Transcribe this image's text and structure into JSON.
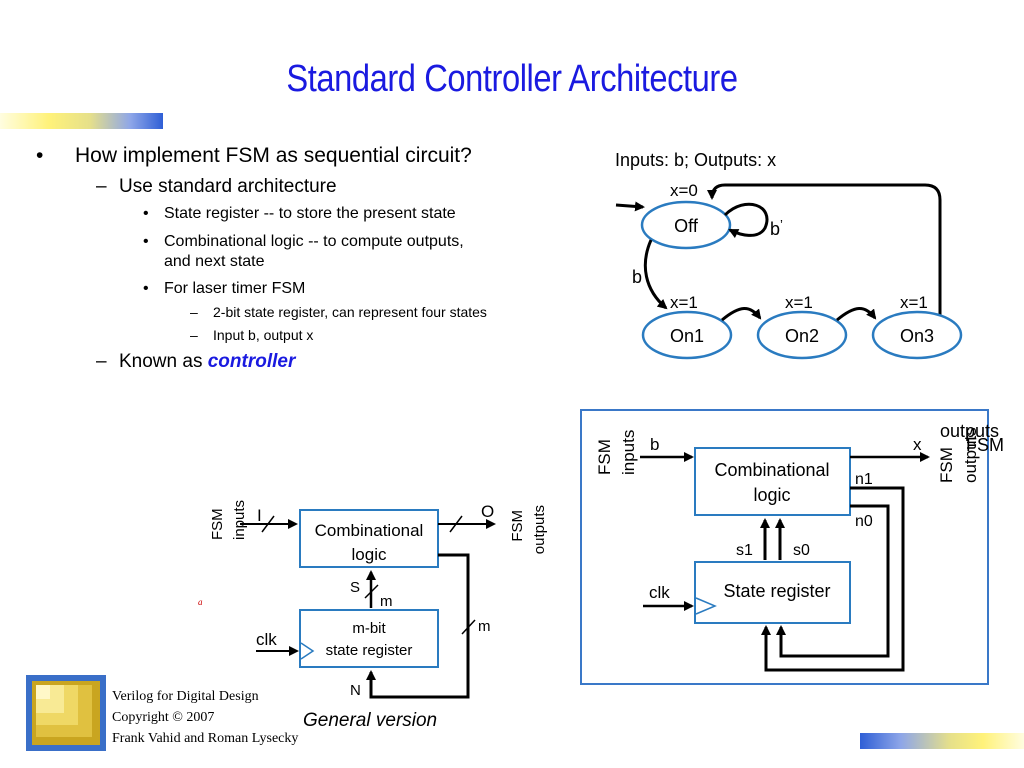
{
  "title": "Standard Controller Architecture",
  "bullets": {
    "b1": "How implement FSM as sequential circuit?",
    "b1_1": "Use standard architecture",
    "b1_1_1": "State register -- to store the present state",
    "b1_1_2a": "Combinational logic -- to compute outputs,",
    "b1_1_2b": "and next state",
    "b1_1_3": "For laser timer FSM",
    "b1_1_3_1": "2-bit state register, can represent four states",
    "b1_1_3_2": "Input b, output x",
    "b1_2_prefix": "Known as ",
    "b1_2_emph": "controller",
    "markers": {
      "l1": "•",
      "l2": "–",
      "l3": "•",
      "l4": "–"
    }
  },
  "fsm": {
    "header": "Inputs: b; Outputs: x",
    "states": {
      "off": "Off",
      "on1": "On1",
      "on2": "On2",
      "on3": "On3"
    },
    "outputs": {
      "off": "x=0",
      "on1": "x=1",
      "on2": "x=1",
      "on3": "x=1"
    },
    "transitions": {
      "self_off": "b",
      "self_off_prime": "’",
      "off_to_on1": "b"
    }
  },
  "general": {
    "fsm_inputs": [
      "FSM",
      "inputs"
    ],
    "fsm_outputs": [
      "FSM",
      "outputs"
    ],
    "in_label": "I",
    "out_label": "O",
    "comb_logic": [
      "Combinational",
      "logic"
    ],
    "s_label": "S",
    "m_label": "m",
    "m_label2": "m",
    "register": [
      "m-bit",
      "state register"
    ],
    "clk": "clk",
    "n_label": "N",
    "caption": "General version",
    "red_mark": "a"
  },
  "laser": {
    "fsm_inputs": [
      "FSM",
      "inputs"
    ],
    "fsm_outputs": [
      "FSM",
      "outputs"
    ],
    "overlap_label": "outputs",
    "overlap_label2": "FSM",
    "b": "b",
    "x": "x",
    "comb_logic": [
      "Combinational",
      "logic"
    ],
    "n1": "n1",
    "n0": "n0",
    "s1": "s1",
    "s0": "s0",
    "clk": "clk",
    "register": "State register"
  },
  "footer": {
    "line1": "Verilog for Digital Design",
    "line2": "Copyright © 2007",
    "line3": "Frank Vahid and Roman Lysecky"
  },
  "colors": {
    "title": "#1a1ae0",
    "accent_blue": "#2a7bc0",
    "frame_blue": "#3a78c8",
    "emphasis": "#1a1ae0"
  }
}
